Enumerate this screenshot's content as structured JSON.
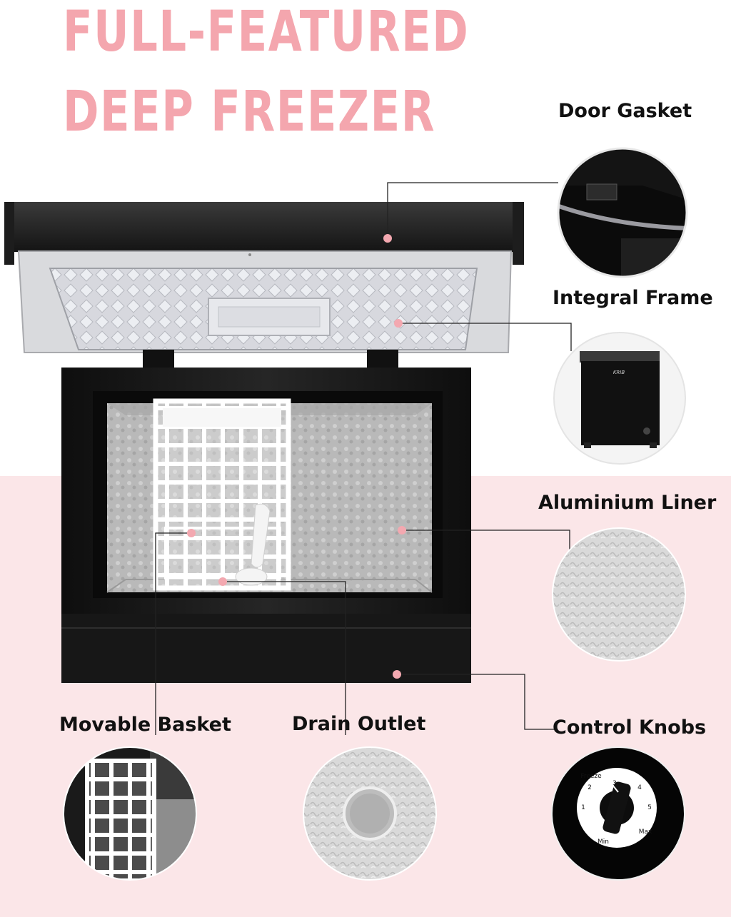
{
  "headline": {
    "line1": "FULL-FEATURED",
    "line2": "DEEP FREEZER"
  },
  "colors": {
    "headline": "#f4a6ae",
    "pink_band": "#fbe6e8",
    "marker_dot": "#f3a8b0",
    "freezer_body": "#1a1a1a"
  },
  "callouts": {
    "door_gasket": "Door Gasket",
    "integral_frame": "Integral Frame",
    "aluminium_liner": "Aluminium Liner",
    "movable_basket": "Movable Basket",
    "drain_outlet": "Drain Outlet",
    "control_knobs": "Control Knobs"
  },
  "knob": {
    "freeze": "Freeze",
    "n1": "1",
    "n2": "2",
    "n3": "3",
    "n4": "4",
    "n5": "5",
    "min": "Min",
    "max": "Max"
  },
  "mini_freezer": {
    "logo": "KRIB"
  }
}
